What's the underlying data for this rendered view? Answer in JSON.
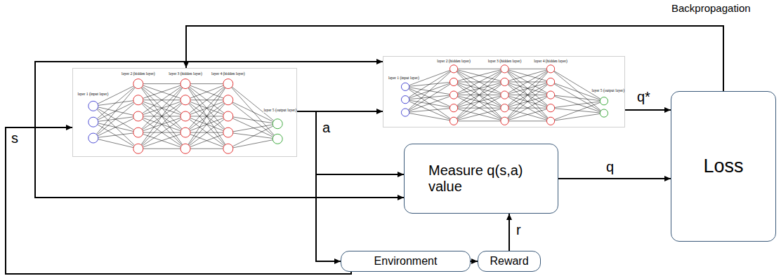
{
  "diagram": {
    "nodes": [
      {
        "text": [
          "layer 1 (input layer)",
          "layer 2 (hidden layer)",
          "layer 3 (hidden layer)",
          "layer 4 (hidden layer)",
          "layer 5 (output layer)"
        ]
      },
      {
        "text": [
          "layer 1 (input layer)",
          "layer 2 (hidden layer)",
          "layer 3 (hidden layer)",
          "layer 4 (hidden layer)",
          "layer 5 (output layer)"
        ]
      },
      {
        "text": [
          "Measure q(s,a) value"
        ]
      },
      {
        "text": [
          "Loss"
        ]
      },
      {
        "text": [
          "Environment"
        ]
      },
      {
        "text": [
          "Reward"
        ]
      }
    ],
    "edges": [
      {
        "from": 0,
        "to": 1,
        "arrow": "to",
        "label": "a"
      },
      {
        "from": 0,
        "to": 2,
        "arrow": "to"
      },
      {
        "from": 0,
        "to": 4,
        "arrow": "to"
      },
      {
        "from": 4,
        "to": 5,
        "arrow": "to"
      },
      {
        "from": 5,
        "to": 2,
        "arrow": "to",
        "label": "r"
      },
      {
        "from": 2,
        "to": 3,
        "arrow": "to",
        "label": "q"
      },
      {
        "from": 1,
        "to": 3,
        "arrow": "to",
        "label": "q*"
      },
      {
        "from": 3,
        "to": 0,
        "arrow": "to",
        "label": "Backpropagation"
      },
      {
        "from": 4,
        "to": 0,
        "arrow": "to",
        "label": "s"
      },
      {
        "from": 4,
        "to": 1,
        "arrow": "to"
      },
      {
        "from": 4,
        "to": 2,
        "arrow": "to"
      }
    ]
  }
}
